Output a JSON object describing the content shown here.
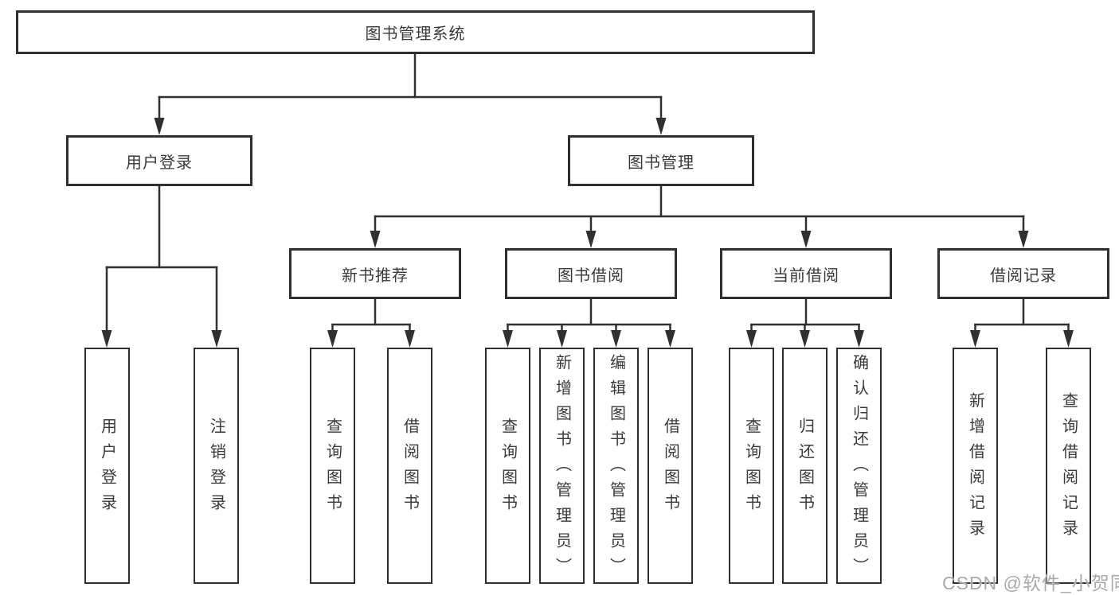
{
  "tree": {
    "root": {
      "label": "图书管理系统"
    },
    "branches": [
      {
        "label": "用户登录",
        "children": [
          {
            "label": "用户登录"
          },
          {
            "label": "注销登录"
          }
        ]
      },
      {
        "label": "图书管理",
        "children": [
          {
            "label": "新书推荐",
            "children": [
              {
                "label": "查询图书"
              },
              {
                "label": "借阅图书"
              }
            ]
          },
          {
            "label": "图书借阅",
            "children": [
              {
                "label": "查询图书"
              },
              {
                "label": "新增图书（管理员）"
              },
              {
                "label": "编辑图书（管理员）"
              },
              {
                "label": "借阅图书"
              }
            ]
          },
          {
            "label": "当前借阅",
            "children": [
              {
                "label": "查询图书"
              },
              {
                "label": "归还图书"
              },
              {
                "label": "确认归还（管理员）"
              }
            ]
          },
          {
            "label": "借阅记录",
            "children": [
              {
                "label": "新增借阅记录"
              },
              {
                "label": "查询借阅记录"
              }
            ]
          }
        ]
      }
    ]
  },
  "watermark": {
    "text": "CSDN @软件_小贺同学"
  },
  "colors": {
    "line": "#303030",
    "box_border": "#2f2f2f",
    "text": "#3a3a3a",
    "background": "#ffffff",
    "watermark": "#a9a9a9"
  }
}
